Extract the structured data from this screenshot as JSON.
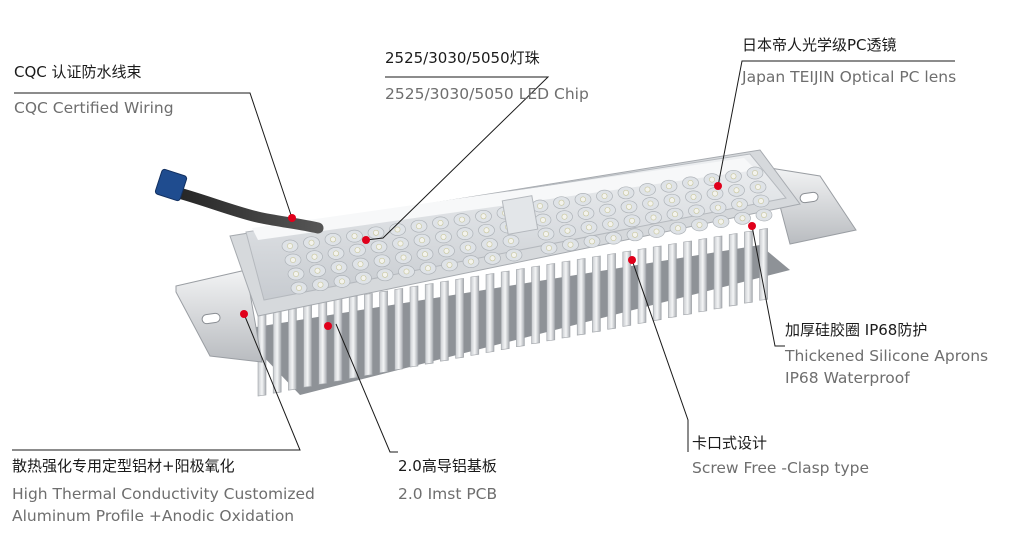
{
  "callouts": [
    {
      "id": "wiring",
      "cn": "CQC 认证防水线束",
      "en": "CQC Certified Wiring"
    },
    {
      "id": "chip",
      "cn": "2525/3030/5050灯珠",
      "en": "2525/3030/5050  LED Chip"
    },
    {
      "id": "lens",
      "cn": "日本帝人光学级PC透镜",
      "en": "Japan TEIJIN Optical PC lens"
    },
    {
      "id": "apron",
      "cn": "加厚硅胶圈 IP68防护",
      "en": "Thickened Silicone Aprons",
      "en2": "IP68 Waterproof"
    },
    {
      "id": "clasp",
      "cn": "卡口式设计",
      "en": "Screw Free -Clasp type"
    },
    {
      "id": "pcb",
      "cn": "2.0高导铝基板",
      "en": "2.0 Imst PCB"
    },
    {
      "id": "heatsink",
      "cn": "散热强化专用定型铝材+阳极氧化",
      "en": "High Thermal Conductivity Customized",
      "en2": "Aluminum Profile +Anodic Oxidation"
    }
  ],
  "colors": {
    "marker": "#e0001b",
    "leader": "#1a1a1a"
  }
}
